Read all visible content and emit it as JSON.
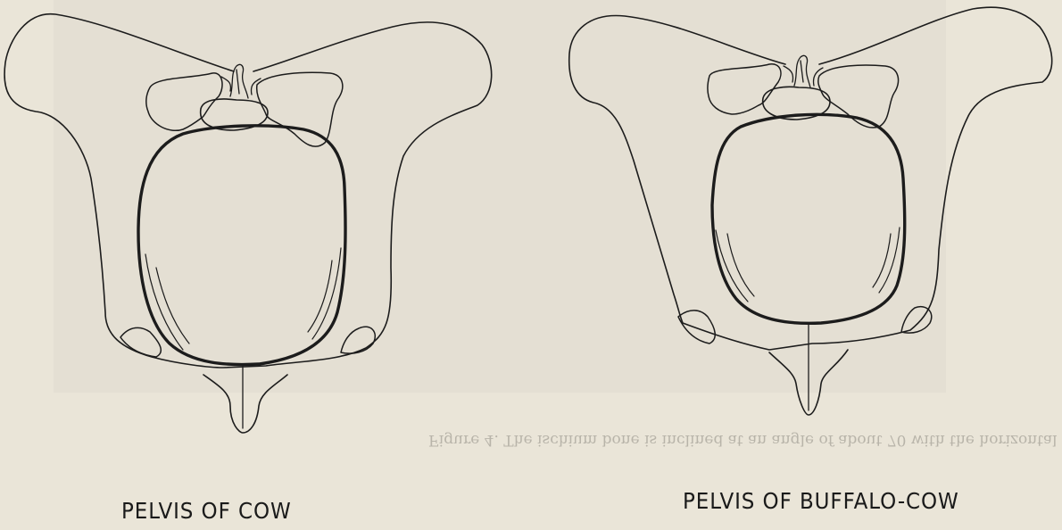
{
  "figure": {
    "left_caption": "PELVIS OF COW",
    "right_caption": "PELVIS OF BUFFALO-COW",
    "bleed_through_text": "Figure 4. The ischium bone is inclined at an angle of about 70 with the horizontal"
  }
}
